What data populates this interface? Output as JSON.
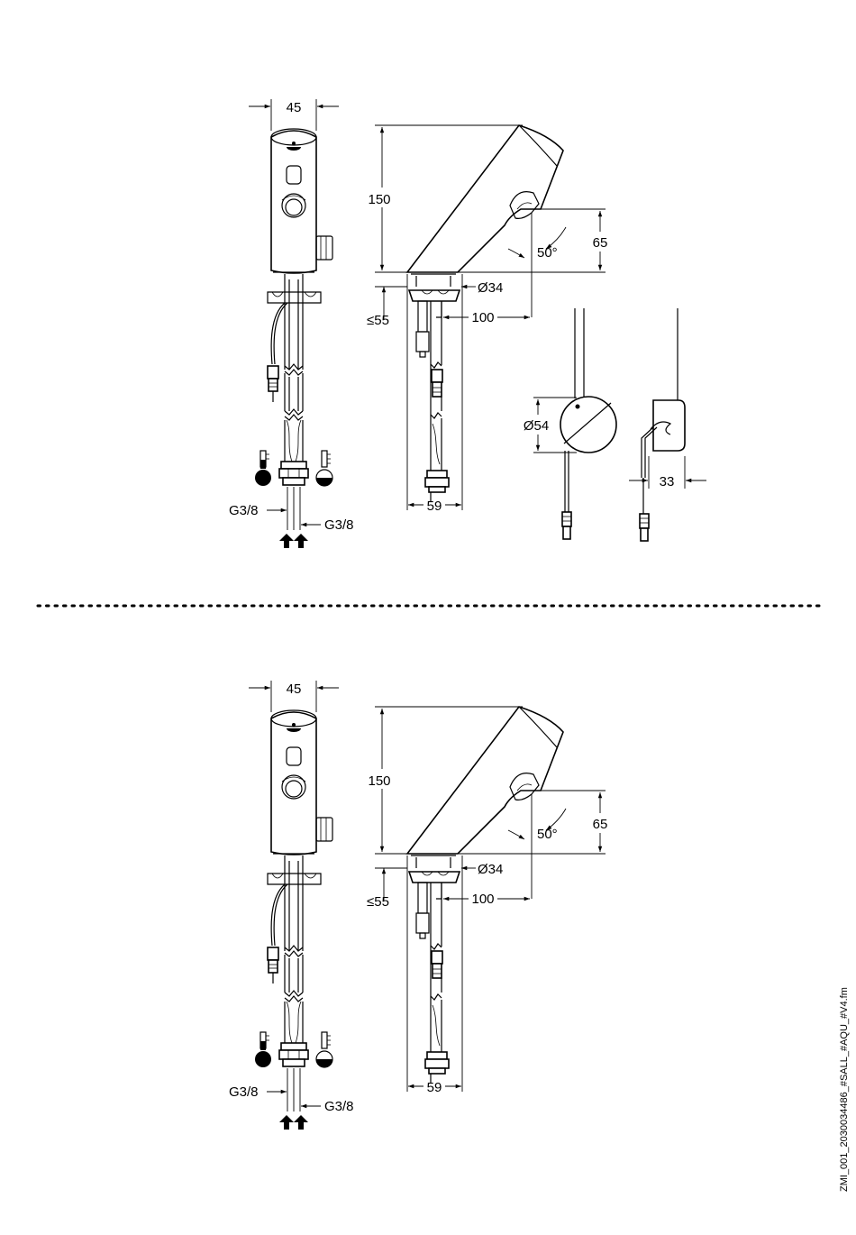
{
  "labels": {
    "width_front": "45",
    "height_total": "150",
    "height_sensor": "65",
    "angle": "50°",
    "diameter_base": "Ø34",
    "depth_below": "≤55",
    "reach": "100",
    "width_side": "59",
    "thread_left": "G3/8",
    "thread_right": "G3/8",
    "diameter_sensor": "Ø54",
    "width_sensor_side": "33"
  },
  "footer": {
    "file_ref": "ZMI_001_2030034486_#SALL_#AQU_#V4.fm"
  }
}
